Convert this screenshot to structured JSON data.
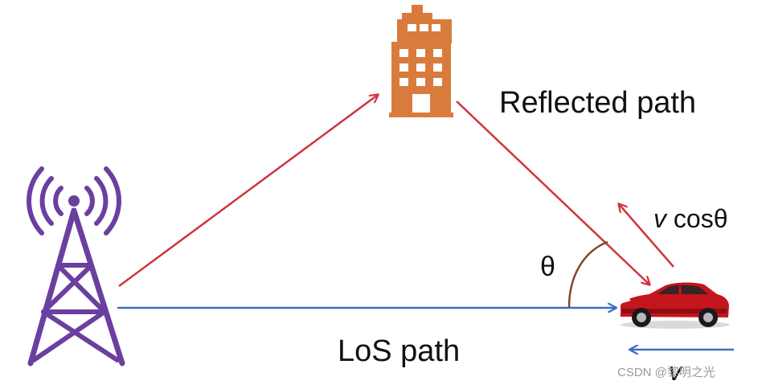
{
  "labels": {
    "reflected_path": "Reflected path",
    "los_path": "LoS path",
    "theta": "θ",
    "v_cos_theta_v": "v",
    "v_cos_theta_rest": " cosθ",
    "velocity": "v",
    "watermark": "CSDN @黎明之光"
  },
  "colors": {
    "tower": "#6b3fa0",
    "building": "#d97b3c",
    "reflected_arrow": "#d0343f",
    "los_arrow": "#3e6cc0",
    "angle_arc": "#7a4a2a",
    "car": "#c4161c"
  },
  "icons": {
    "tower": "cell-tower-icon",
    "building": "building-icon",
    "car": "car-icon"
  }
}
